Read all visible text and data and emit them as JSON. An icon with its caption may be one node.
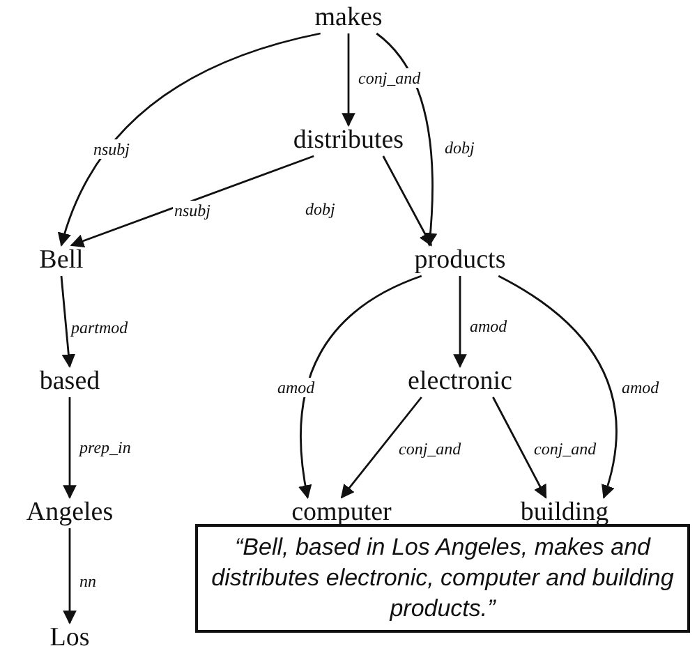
{
  "diagram": {
    "nodes": [
      {
        "text": [
          "makes"
        ]
      },
      {
        "text": [
          "distributes"
        ]
      },
      {
        "text": [
          "Bell"
        ]
      },
      {
        "text": [
          "products"
        ]
      },
      {
        "text": [
          "based"
        ]
      },
      {
        "text": [
          "electronic"
        ]
      },
      {
        "text": [
          "Angeles"
        ]
      },
      {
        "text": [
          "computer"
        ]
      },
      {
        "text": [
          "building"
        ]
      },
      {
        "text": [
          "“Bell, based in Los Angeles, makes and distributes electronic, computer and building products.”"
        ]
      },
      {
        "text": [
          "Los"
        ]
      }
    ],
    "edges": [
      {
        "from": 0,
        "to": 1,
        "arrow": "to",
        "label": "conj_and"
      },
      {
        "from": 0,
        "to": 2,
        "arrow": "to",
        "label": "nsubj"
      },
      {
        "from": 0,
        "to": 3,
        "arrow": "to",
        "label": "dobj"
      },
      {
        "from": 1,
        "to": 2,
        "arrow": "to",
        "label": "nsubj"
      },
      {
        "from": 1,
        "to": 3,
        "arrow": "to",
        "label": "dobj"
      },
      {
        "from": 2,
        "to": 4,
        "arrow": "to",
        "label": "partmod"
      },
      {
        "from": 4,
        "to": 6,
        "arrow": "to",
        "label": "prep_in"
      },
      {
        "from": 6,
        "to": 10,
        "arrow": "to",
        "label": "nn"
      },
      {
        "from": 3,
        "to": 5,
        "arrow": "to",
        "label": "amod"
      },
      {
        "from": 3,
        "to": 7,
        "arrow": "to",
        "label": "amod"
      },
      {
        "from": 3,
        "to": 8,
        "arrow": "to",
        "label": "amod"
      },
      {
        "from": 5,
        "to": 7,
        "arrow": "to",
        "label": "conj_and"
      },
      {
        "from": 5,
        "to": 8,
        "arrow": "to",
        "label": "conj_and"
      }
    ]
  }
}
